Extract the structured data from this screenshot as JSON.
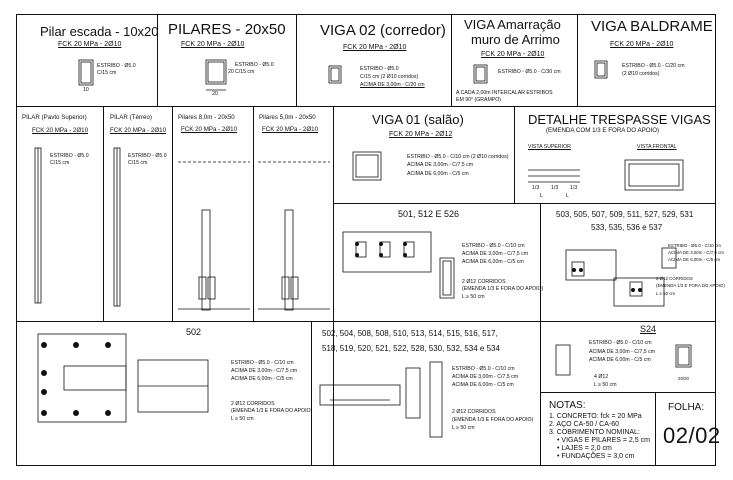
{
  "panels": {
    "pilar_escada": {
      "title": "Pilar escada - 10x20",
      "spec": "FCK 20 MPa - 2Ø10",
      "estribo": "ESTRIBO - Ø5.0",
      "spacing": "C/15 cm",
      "dim": "10"
    },
    "pilares_20x50": {
      "title": "PILARES - 20x50",
      "spec": "FCK 20 MPa - 2Ø10",
      "estribo": "ESTRIBO - Ø5.0",
      "spacing": "C/15 cm",
      "dim_w": "20",
      "dim_h": "20"
    },
    "viga_02": {
      "title": "VIGA 02 (corredor)",
      "spec": "FCK 20 MPa - 2Ø10",
      "estribo": "ESTRIBO - Ø5.0",
      "spacing": "C/15 cm (2 Ø10 corridos)",
      "acima": "ACIMA DE 3,00m - C/20 cm"
    },
    "viga_amarracao": {
      "title_l1": "VIGA Amarração",
      "title_l2": "muro de Arrimo",
      "spec": "FCK 20 MPa - 2Ø10",
      "estribo": "ESTRIBO - Ø5.0 - C/30 cm",
      "note_l1": "A CADA 2,00m INTERCALAR ESTRIBOS",
      "note_l2": "EM 90° (GRAMPO)"
    },
    "viga_baldrame": {
      "title": "VIGA BALDRAME",
      "spec": "FCK 20 MPa - 2Ø10",
      "estribo": "ESTRIBO - Ø5.0 - C/20 cm",
      "corridos": "(2 Ø10 corridos)"
    },
    "pilar_pavto": {
      "title": "PILAR (Pavto Superior)",
      "spec": "FCK 20 MPa - 2Ø10",
      "estribo": "ESTRIBO - Ø5.0",
      "spacing": "C/15 cm"
    },
    "pilar_terreo": {
      "title": "PILAR (Térreo)",
      "spec": "FCK 20 MPa - 2Ø10",
      "estribo": "ESTRIBO - Ø5.0",
      "spacing": "C/15 cm"
    },
    "pilares_8": {
      "title": "Pilares 8,0m - 20x50",
      "spec": "FCK 20 MPa - 2Ø10"
    },
    "pilares_5": {
      "title": "Pilares 5,0m - 20x50",
      "spec": "FCK 20 MPa - 2Ø10"
    },
    "viga_01": {
      "title": "VIGA 01 (salão)",
      "spec": "FCK 20 MPa - 2Ø12",
      "estribo": "ESTRIBO - Ø5.0 - C/10 cm (2 Ø10 corridos)",
      "acima3": "ACIMA DE 3,00m - C/7,5 cm",
      "acima6": "ACIMA DE 6,00m - C/5 cm"
    },
    "detalhe": {
      "title": "DETALHE TRESPASSE VIGAS",
      "subtitle": "(EMENDA COM 1/3 E FORA DO APOIO)",
      "vista_sup": "VISTA SUPERIOR",
      "vista_front": "VISTA FRONTAL",
      "third_a": "1/3",
      "third_b": "1/3",
      "third_c": "1/3",
      "l_a": "L",
      "l_b": "L"
    },
    "v501": {
      "title": "501, 512 E 526",
      "estribo": "ESTRIBO - Ø5.0 - C/10 cm",
      "acima3": "ACIMA DE 3,00m - C/7,5 cm",
      "acima6": "ACIMA DE 6,00m - C/5 cm",
      "corridos": "2 Ø12 CORRIDOS",
      "emenda": "(EMENDA 1/3 E FORA DO APOIO)",
      "l": "L ≥ 50 cm"
    },
    "v503": {
      "title_l1": "503, 505, 507, 509, 511, 527, 529, 531",
      "title_l2": "533, 535, 536 e 537",
      "estribo": "ESTRIBO - Ø5.0 - C/10 cm",
      "acima3": "ACIMA DE 3,00m - C/7,5 cm",
      "acima6": "ACIMA DE 6,00m - C/5 cm",
      "corridos": "2 Ø12 CORRIDOS",
      "emenda": "(EMENDA 1/3 E FORA DO APOIO)",
      "l": "L ≥ 50 cm"
    },
    "v502": {
      "title": "502",
      "estribo": "ESTRIBO - Ø5.0 - C/10 cm",
      "acima3": "ACIMA DE 3,00m - C/7,5 cm",
      "acima6": "ACIMA DE 6,00m - C/5 cm",
      "corridos": "2 Ø12 CORRIDOS",
      "emenda": "(EMENDA 1/3 E FORA DO APOIO)",
      "l": "L ≥ 50 cm"
    },
    "v504": {
      "title_l1": "502, 504, 508, 508, 510, 513, 514, 515, 516, 517,",
      "title_l2": "518, 519, 520, 521, 522, 528, 530, 532, 534 e 534",
      "estribo": "ESTRIBO - Ø5.0 - C/10 cm",
      "acima3": "ACIMA DE 3,00m - C/7,5 cm",
      "acima6": "ACIMA DE 6,00m - C/5 cm",
      "corridos": "2 Ø12 CORRIDOS",
      "emenda": "(EMENDA 1/3 E FORA DO APOIO)",
      "l": "L ≥ 50 cm"
    },
    "s24": {
      "title": "S24",
      "estribo": "ESTRIBO - Ø5.0 - C/10 cm",
      "acima3": "ACIMA DE 3,00m - C/7,5 cm",
      "acima6": "ACIMA DE 6,00m - C/5 cm",
      "barras": "4 Ø12",
      "l": "L ≥ 50 cm",
      "dim": "20/20"
    }
  },
  "notes": {
    "title": "NOTAS:",
    "lines": [
      "1. CONCRETO: fck = 20 MPa",
      "2. AÇO CA-50 / CA-60",
      "3. COBRIMENTO NOMINAL:",
      "• VIGAS E PILARES = 2,5 cm",
      "• LAJES = 2,0 cm",
      "• FUNDAÇÕES = 3,0 cm"
    ]
  },
  "folha": {
    "label": "FOLHA:",
    "number": "02/02"
  }
}
